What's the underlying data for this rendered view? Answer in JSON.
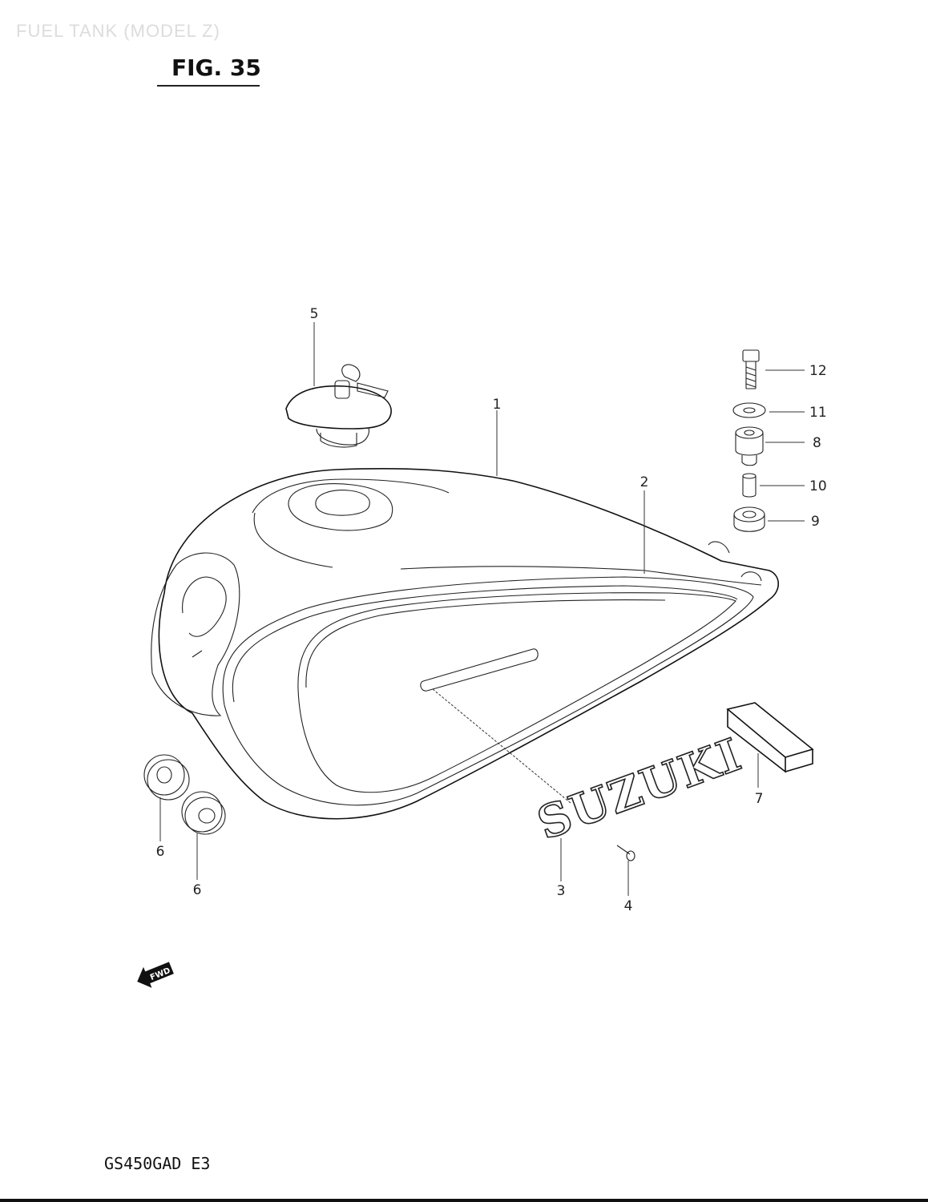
{
  "header": {
    "title": "FUEL TANK (MODEL Z)",
    "figure": "FIG. 35"
  },
  "callouts": {
    "c1": "1",
    "c2": "2",
    "c3": "3",
    "c4": "4",
    "c5": "5",
    "c6a": "6",
    "c6b": "6",
    "c7": "7",
    "c8": "8",
    "c9": "9",
    "c10": "10",
    "c11": "11",
    "c12": "12"
  },
  "emblem_text": "SUZUKI",
  "forward_arrow_text": "FWD",
  "footer": {
    "model_code": "GS450GAD  E3"
  }
}
